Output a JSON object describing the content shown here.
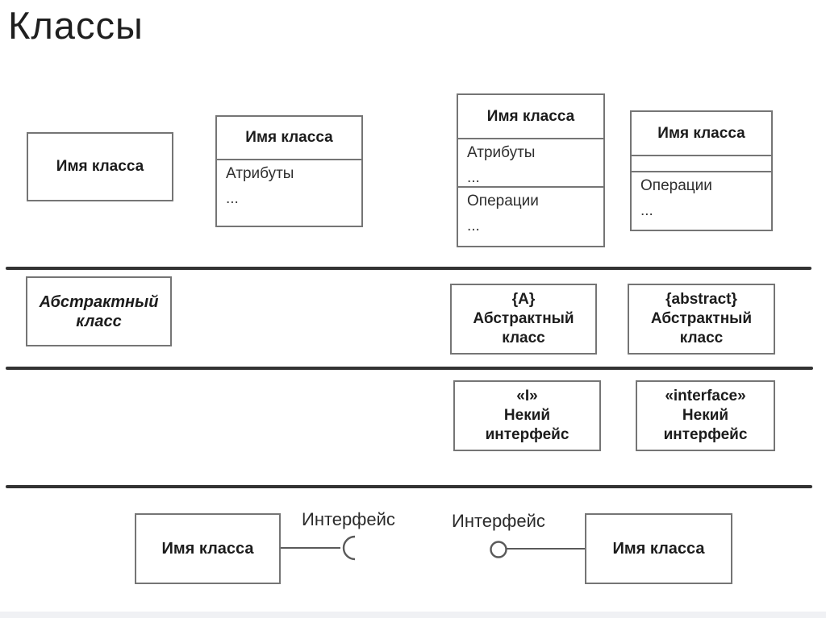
{
  "title": "Классы",
  "row1": {
    "box_simple": {
      "name": "Имя класса"
    },
    "box_attributes": {
      "name": "Имя класса",
      "attributes": "Атрибуты",
      "ellipsis": "..."
    },
    "box_attrs_ops": {
      "name": "Имя класса",
      "attributes": "Атрибуты",
      "attributes_ellipsis": "...",
      "operations": "Операции",
      "operations_ellipsis": "..."
    },
    "box_ops": {
      "name": "Имя класса",
      "operations": "Операции",
      "ellipsis": "..."
    }
  },
  "row2": {
    "abstract_italic": {
      "line1": "Абстрактный",
      "line2": "класс"
    },
    "abstract_a": {
      "tag": "{A}",
      "line1": "Абстрактный",
      "line2": "класс"
    },
    "abstract_keyword": {
      "tag": "{abstract}",
      "line1": "Абстрактный",
      "line2": "класс"
    }
  },
  "row3": {
    "interface_i": {
      "stereotype": "«I»",
      "line1": "Некий",
      "line2": "интерфейс"
    },
    "interface_keyword": {
      "stereotype": "«interface»",
      "line1": "Некий",
      "line2": "интерфейс"
    }
  },
  "row4": {
    "required": {
      "class_name": "Имя класса",
      "interface_label": "Интерфейс"
    },
    "provided": {
      "class_name": "Имя класса",
      "interface_label": "Интерфейс"
    }
  },
  "colors": {
    "divider": "#333333",
    "box_border": "#757575",
    "connector": "#5a5a5a",
    "text": "#1c1c1c"
  }
}
